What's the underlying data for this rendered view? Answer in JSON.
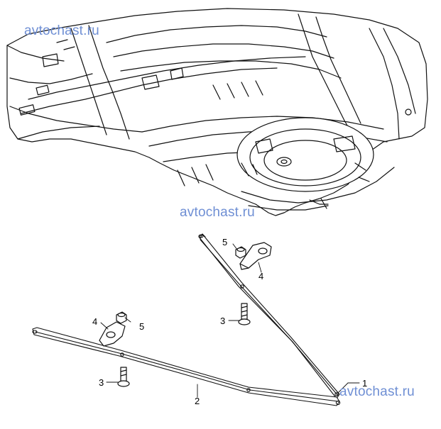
{
  "watermarks": [
    "avtochast.ru",
    "avtochast.ru",
    "avtochast.ru"
  ],
  "callouts": {
    "part_1": "1",
    "part_2": "2",
    "part_3_left": "3",
    "part_3_right": "3",
    "part_4_left": "4",
    "part_4_right": "4",
    "part_5_left": "5",
    "part_5_right": "5"
  }
}
